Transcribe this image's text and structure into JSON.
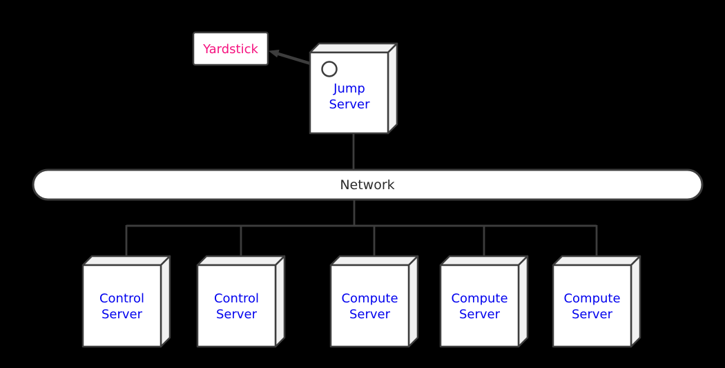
{
  "diagram": {
    "background": "#000000",
    "colors": {
      "node_fill": "#ffffff",
      "node_side_fill": "#f1f1f1",
      "stroke": "#3d3d3d",
      "server_label": "#0000ee",
      "yardstick_label": "#f5127f",
      "network_label": "#2b2b2b"
    },
    "yardstick": {
      "label": "Yardstick"
    },
    "jump_server": {
      "line1": "Jump",
      "line2": "Server"
    },
    "network": {
      "label": "Network"
    },
    "servers": [
      {
        "id": "control-server-1",
        "line1": "Control",
        "line2": "Server"
      },
      {
        "id": "control-server-2",
        "line1": "Control",
        "line2": "Server"
      },
      {
        "id": "compute-server-1",
        "line1": "Compute",
        "line2": "Server"
      },
      {
        "id": "compute-server-2",
        "line1": "Compute",
        "line2": "Server"
      },
      {
        "id": "compute-server-3",
        "line1": "Compute",
        "line2": "Server"
      }
    ],
    "edges": [
      {
        "from": "jump-server-port",
        "to": "yardstick",
        "style": "arrow"
      },
      {
        "from": "jump-server",
        "to": "network",
        "style": "line"
      },
      {
        "from": "network",
        "to": "control-server-1",
        "style": "line"
      },
      {
        "from": "network",
        "to": "control-server-2",
        "style": "line"
      },
      {
        "from": "network",
        "to": "compute-server-1",
        "style": "line"
      },
      {
        "from": "network",
        "to": "compute-server-2",
        "style": "line"
      },
      {
        "from": "network",
        "to": "compute-server-3",
        "style": "line"
      }
    ]
  }
}
